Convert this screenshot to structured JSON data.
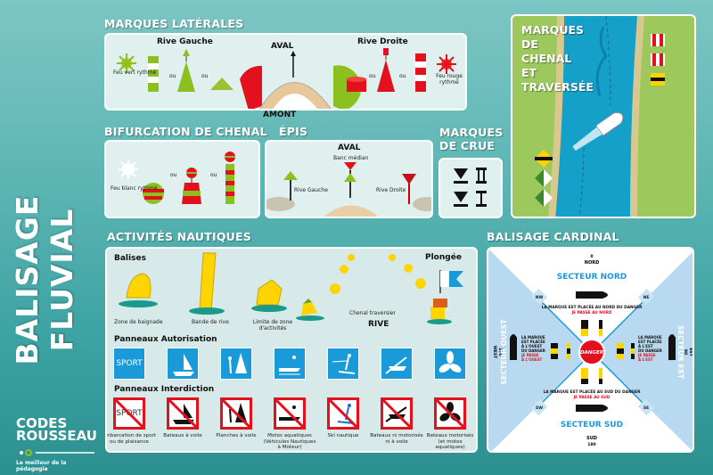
{
  "poster_title": "BALISAGE FLUVIAL",
  "logo": {
    "line1": "CODES",
    "line2": "ROUSSEAU",
    "tagline": "Le meilleur de la pédagogie"
  },
  "lateral": {
    "heading": "MARQUES LATÉRALES",
    "left_bank": "Rive Gauche",
    "right_bank": "Rive Droite",
    "downstream": "AVAL",
    "upstream": "AMONT",
    "green_light": "Feu vert rythmé",
    "red_light": "Feu rouge rythmé",
    "or": "ou"
  },
  "bifurcation": {
    "heading": "BIFURCATION DE CHENAL",
    "white_light": "Feu blanc rythmé",
    "or": "ou"
  },
  "epis": {
    "heading": "ÉPIS",
    "downstream": "AVAL",
    "median": "Banc médian",
    "left": "Rive Gauche",
    "right": "Rive Droite"
  },
  "crue": {
    "heading_line1": "MARQUES",
    "heading_line2": "DE CRUE"
  },
  "chenal": {
    "lines": [
      "MARQUES",
      "DE",
      "CHENAL",
      "ET",
      "TRAVERSÉE"
    ]
  },
  "activites": {
    "heading": "ACTIVITÉS NAUTIQUES",
    "balises": "Balises",
    "plongee": "Plongée",
    "buoys": [
      "Zone de baignade",
      "Bande de rive",
      "Limite de zone d'activités"
    ],
    "chenal_traversier": "Chenal traversier",
    "rive": "RIVE",
    "auth_heading": "Panneaux Autorisation",
    "forb_heading": "Panneaux Interdiction",
    "sport": "SPORT",
    "sign_labels": [
      "Embarcation de sport ou de plaisance",
      "Bateaux à voile",
      "Planches à voile",
      "Motos aquatiques (Véhicules Nautiques à Moteur)",
      "Ski nautique",
      "Bateaux ni motorisés ni à voile",
      "Bateaux motorisés (et motos aquatiques)"
    ]
  },
  "cardinal": {
    "heading": "BALISAGE CARDINAL",
    "north": "NORD",
    "north_deg": "0",
    "south": "SUD",
    "south_deg": "180",
    "east": "EST",
    "east_deg": "90",
    "west": "WEST",
    "west_deg": "270",
    "sector_north": "SECTEUR NORD",
    "sector_south": "SECTEUR SUD",
    "sector_east": "SECTEUR EST",
    "sector_west": "SECTEUR OUEST",
    "nw": "NW",
    "ne": "NE",
    "sw": "SW",
    "se": "SE",
    "danger": "DANGER",
    "north_text": "LA MARQUE EST PLACÉE AU NORD DU DANGER",
    "north_action": "JE PASSE AU NORD",
    "south_text": "LA MARQUE EST PLACÉE AU SUD DU DANGER",
    "south_action": "JE PASSE AU SUD",
    "west_text": [
      "LA MARQUE",
      "EST PLACÉE",
      "À L'OUEST",
      "DU DANGER"
    ],
    "west_action": [
      "JE PASSE",
      "À L'OUEST"
    ],
    "east_text": [
      "LA MARQUE",
      "EST PLACÉE",
      "À L'EST",
      "DU DANGER"
    ],
    "east_action": [
      "JE PASSE",
      "À L'EST"
    ]
  },
  "colors": {
    "green": "#8cc020",
    "red": "#e3101e",
    "blue": "#1a9ad8",
    "yellow": "#ffd400"
  }
}
